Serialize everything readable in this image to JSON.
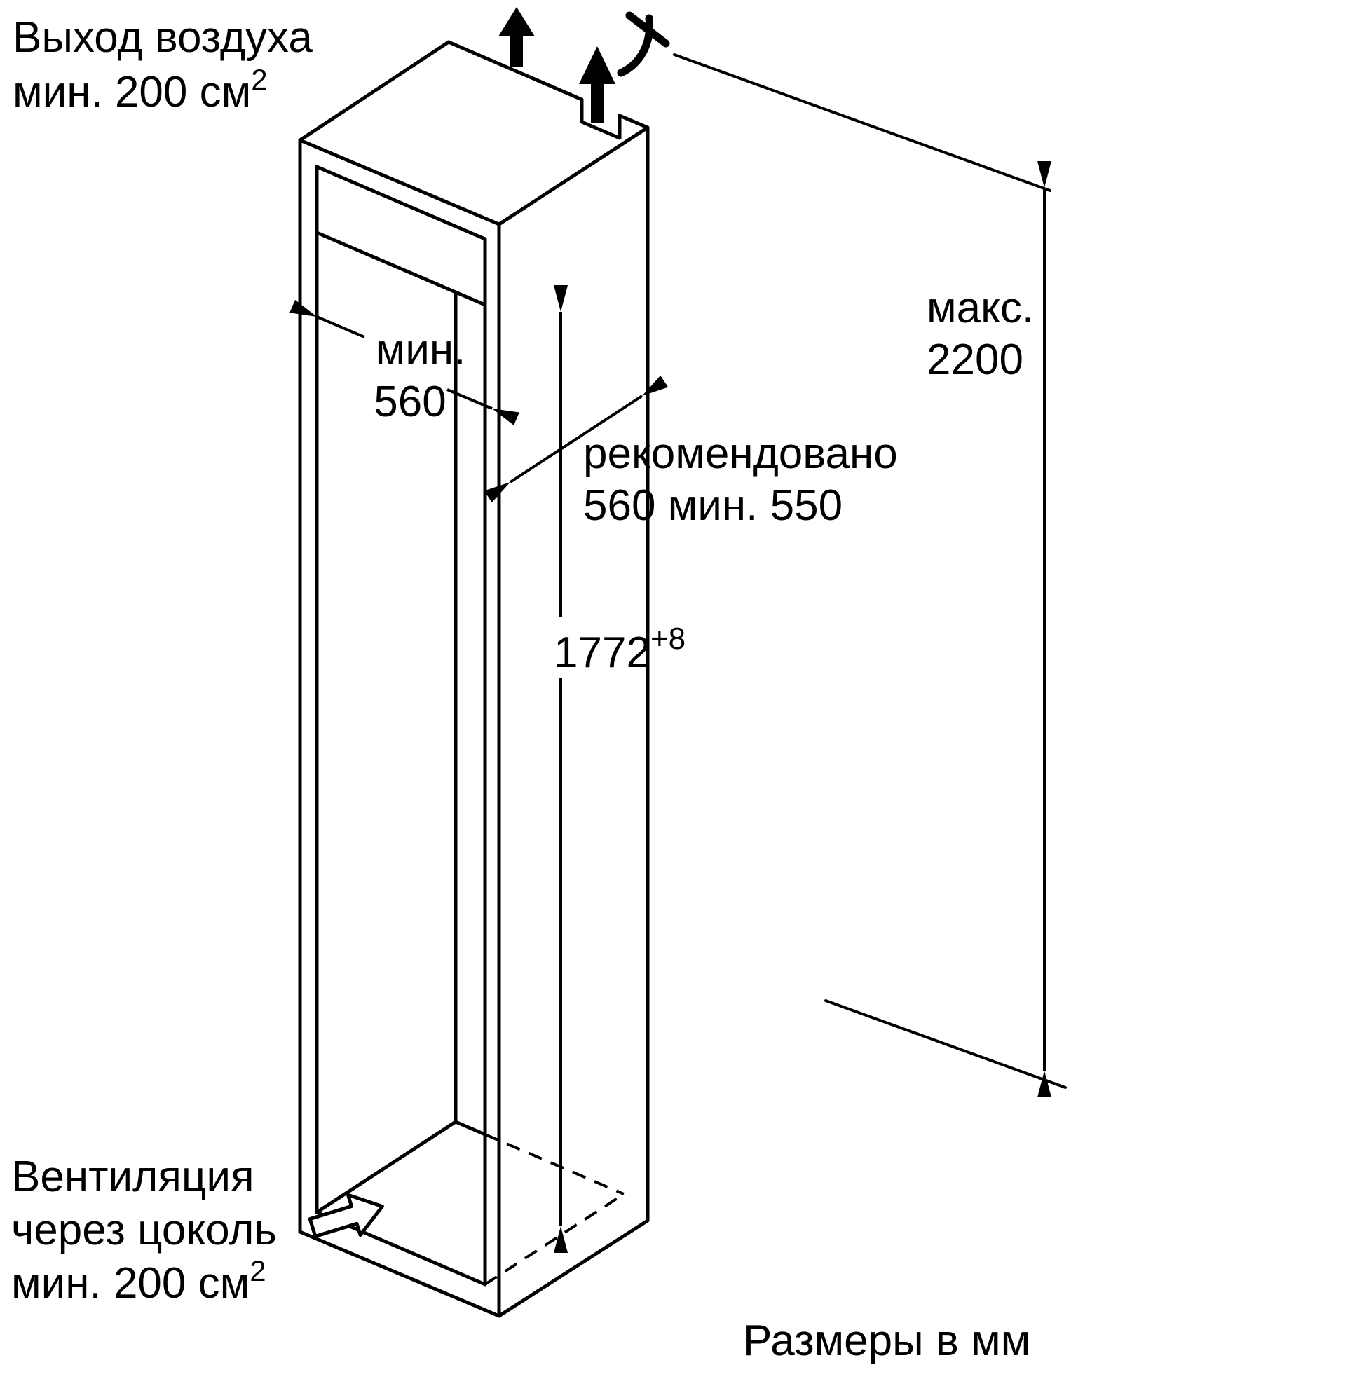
{
  "colors": {
    "line": "#000000",
    "background": "#ffffff"
  },
  "labels": {
    "air_outlet": {
      "line1": "Выход воздуха",
      "line2": "мин. 200 см",
      "sup": "2"
    },
    "width": {
      "line1": "мин.",
      "line2": "560"
    },
    "depth": {
      "line1": "рекомендовано",
      "line2": "560 мин. 550"
    },
    "niche_height": {
      "value": "1772",
      "tolerance": "+8"
    },
    "max_height": {
      "line1": "макс.",
      "line2": "2200"
    },
    "plinth_vent": {
      "line1": "Вентиляция",
      "line2": "через цоколь",
      "line3": "мин. 200 см",
      "sup": "2"
    },
    "units": "Размеры в мм"
  }
}
